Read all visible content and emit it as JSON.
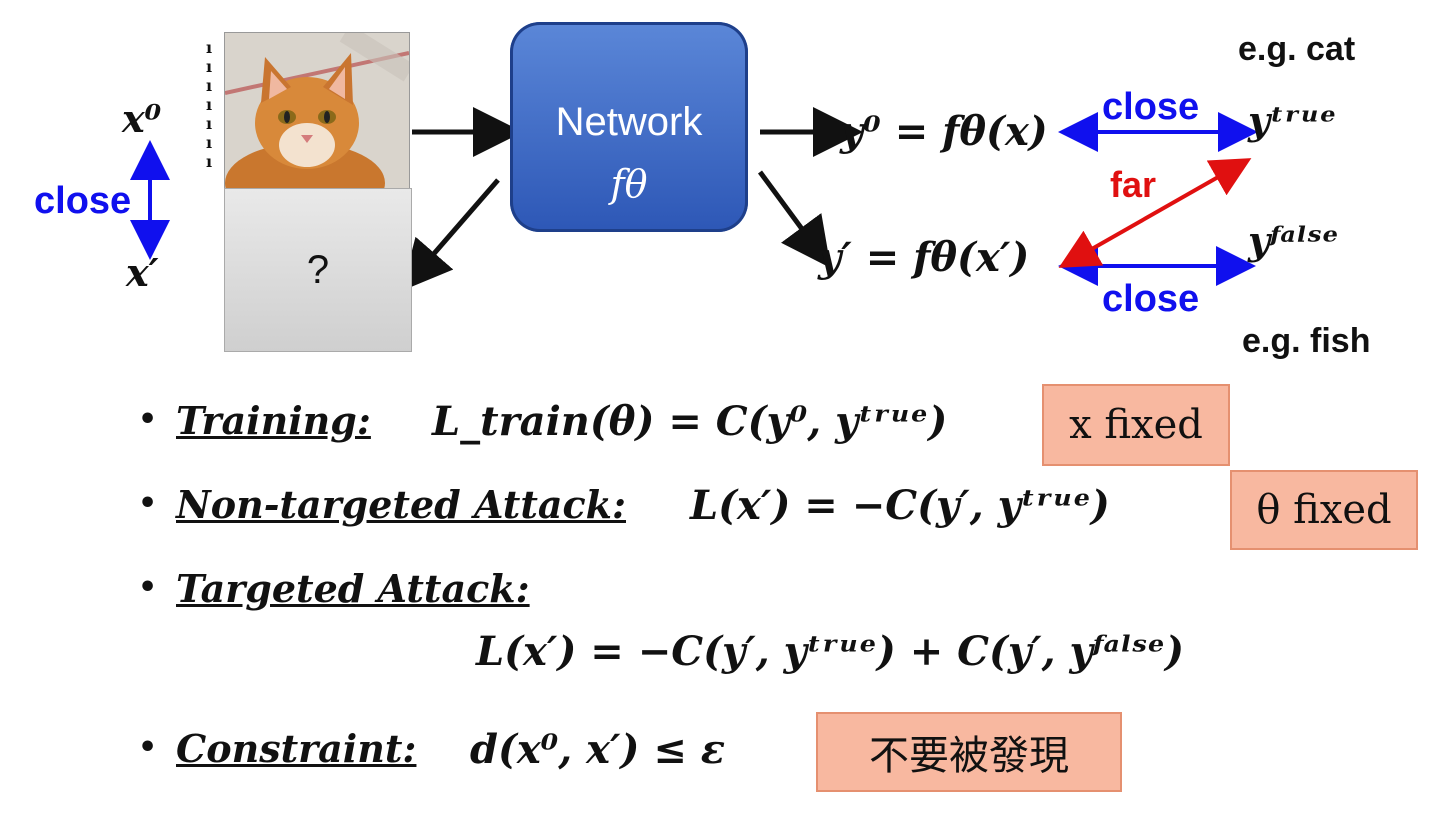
{
  "input": {
    "x0_label": "x⁰",
    "x_prime_label": "x′",
    "close_label": "close",
    "unknown_label": "?",
    "side_ticks": [
      "ı",
      "ı",
      "ı",
      "ı",
      "ı",
      "ı",
      "ı"
    ]
  },
  "network": {
    "title": "Network",
    "function": "fθ"
  },
  "outputs": {
    "y0_expr": "y⁰ = fθ(x)",
    "yprime_expr": "y′ = fθ(x′)",
    "ytrue_label": "yᵗʳᵘᵉ",
    "yfalse_label": "yᶠᵃˡˢᵉ",
    "eg_cat": "e.g. cat",
    "eg_fish": "e.g. fish",
    "close_top": "close",
    "close_bottom": "close",
    "far_label": "far"
  },
  "bullets": [
    {
      "title": "Training:",
      "equation": "L_train(θ) = C(y⁰, yᵗʳᵘᵉ)",
      "note": "x fixed"
    },
    {
      "title": "Non-targeted Attack:",
      "equation": "L(x′) = −C(y′, yᵗʳᵘᵉ)",
      "note": "θ fixed"
    },
    {
      "title": "Targeted Attack:",
      "equation": "L(x′) = −C(y′, yᵗʳᵘᵉ) + C(y′, yᶠᵃˡˢᵉ)"
    },
    {
      "title": "Constraint:",
      "equation": "d(x⁰, x′) ≤ ε",
      "note": "不要被發現"
    }
  ],
  "colors": {
    "network_fill": "#3f6fcf",
    "close_arrow": "#1010ee",
    "far_arrow": "#e01010",
    "callout_fill": "#f8b8a0"
  }
}
